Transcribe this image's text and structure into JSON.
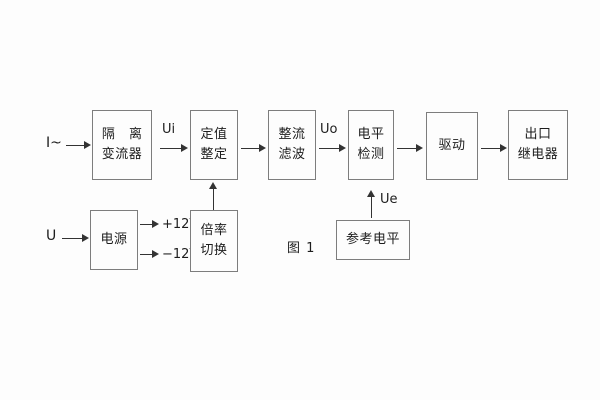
{
  "figure": {
    "caption": "图 1",
    "background_color": "#fdfdfd",
    "line_color": "#333333",
    "box_border_color": "#7d7d7d",
    "text_color": "#1d1d1d"
  },
  "inputs": [
    {
      "name": "current-input",
      "label": "I~"
    },
    {
      "name": "voltage-input",
      "label": "U"
    }
  ],
  "signal_labels": [
    {
      "name": "ui-signal",
      "label": "Ui"
    },
    {
      "name": "uo-signal",
      "label": "Uo"
    },
    {
      "name": "ue-signal",
      "label": "Ue"
    }
  ],
  "power_rails": [
    {
      "name": "rail-positive",
      "label": "+12V"
    },
    {
      "name": "rail-negative",
      "label": "−12V"
    }
  ],
  "main_chain": [
    {
      "name": "isolation-transformer",
      "line1": "隔 离",
      "line2": "变流器"
    },
    {
      "name": "setpoint-adjust",
      "line1": "定值",
      "line2": "整定"
    },
    {
      "name": "rectify-filter",
      "line1": "整流",
      "line2": "滤波"
    },
    {
      "name": "level-detect",
      "line1": "电平",
      "line2": "检测"
    },
    {
      "name": "driver",
      "line1": "驱动",
      "line2": ""
    },
    {
      "name": "output-relay",
      "line1": "出口",
      "line2": "继电器"
    }
  ],
  "aux_blocks": [
    {
      "name": "power-supply",
      "line1": "电源",
      "line2": ""
    },
    {
      "name": "multiplier-switch",
      "line1": "倍率",
      "line2": "切换"
    },
    {
      "name": "reference-level",
      "line1": "参考电平",
      "line2": ""
    }
  ]
}
